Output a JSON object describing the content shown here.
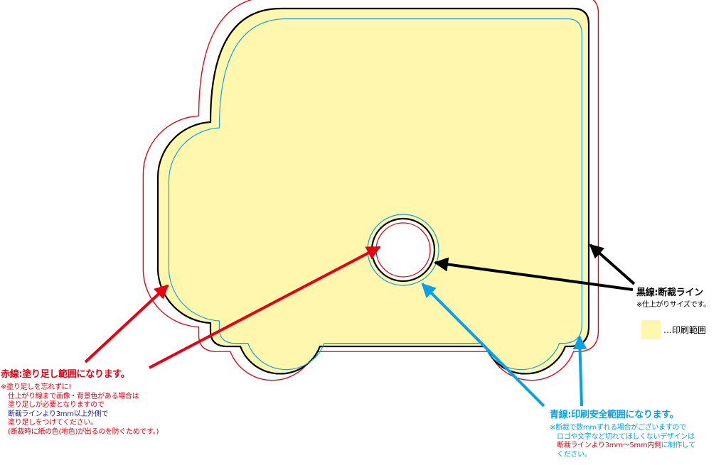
{
  "colors": {
    "bleed_line": "#e60012",
    "trim_line": "#000000",
    "safe_line": "#0aa0e6",
    "print_area": "#fff7ad",
    "red_text": "#e60012",
    "navy_text": "#1d2088",
    "blue_text": "#0aa0e6"
  },
  "labels": {
    "red": {
      "title": "赤線:塗り足し範囲になります。",
      "lines": [
        "※塗り足しを忘れずに!",
        "仕上がり線まで画像・背景色がある場合は",
        "塗り足しが必要となりますので",
        "断裁ラインより3mm以上外側で",
        "塗り足しをつけてください。",
        "(断裁時に紙の色(地色)が出るのを防ぐためです。)"
      ]
    },
    "black": {
      "title": "黒線:断裁ライン",
      "note": "※仕上がりサイズです。"
    },
    "legend": {
      "text": "…印刷範囲"
    },
    "blue": {
      "title": "青線:印刷安全範囲になります。",
      "line1": "※断裁で数mmずれる場合がございますので",
      "line2": "ロゴや文字など切れてほしくないデザインは",
      "line3_highlight": "断裁ラインより3mm〜5mm内側",
      "line3_rest": "に制作して",
      "line4": "ください。"
    }
  }
}
